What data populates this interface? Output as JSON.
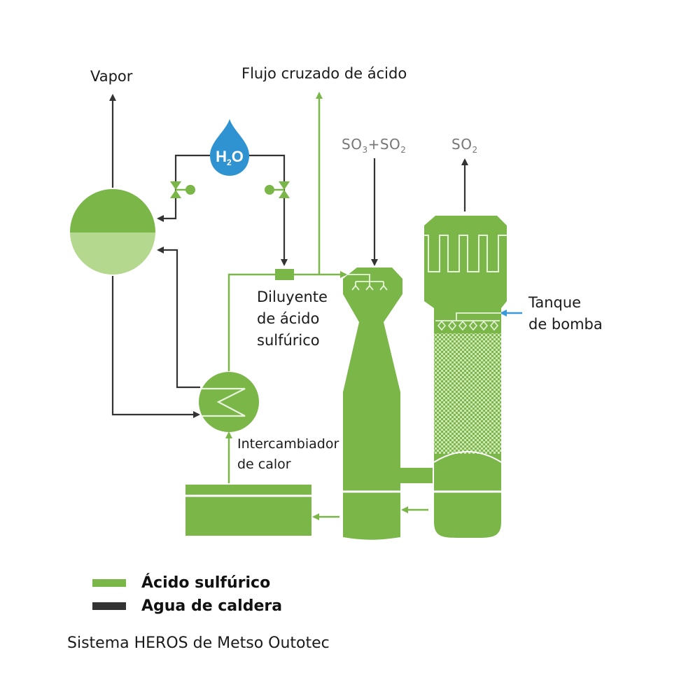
{
  "colors": {
    "acid": "#7ab648",
    "acid_light": "#b5d88f",
    "water": "#333333",
    "h2o_drop": "#2f93d1",
    "feed_arrow": "#3a9ad9",
    "chem_text": "#777777"
  },
  "labels": {
    "vapor": "Vapor",
    "cross_flow": "Flujo cruzado de ácido",
    "so3_so2": {
      "a": "SO",
      "a_sub": "3",
      "plus": "+SO",
      "b_sub": "2"
    },
    "so2": {
      "a": "SO",
      "a_sub": "2"
    },
    "h2o": {
      "h": "H",
      "sub": "2",
      "o": "O"
    },
    "diluter": [
      "Diluyente",
      "de ácido",
      "sulfúrico"
    ],
    "pump_tank": [
      "Tanque",
      "de bomba"
    ],
    "heat_exchanger": [
      "Intercambiador",
      "de calor"
    ]
  },
  "legend": [
    {
      "label": "Ácido sulfúrico",
      "color": "#7ab648"
    },
    {
      "label": "Agua de caldera",
      "color": "#333333"
    }
  ],
  "caption": "Sistema HEROS de Metso Outotec",
  "icons": [
    "water-drop-icon",
    "valve-icon",
    "boiler-drum-icon",
    "heat-exchanger-icon",
    "spray-nozzle-icon"
  ]
}
